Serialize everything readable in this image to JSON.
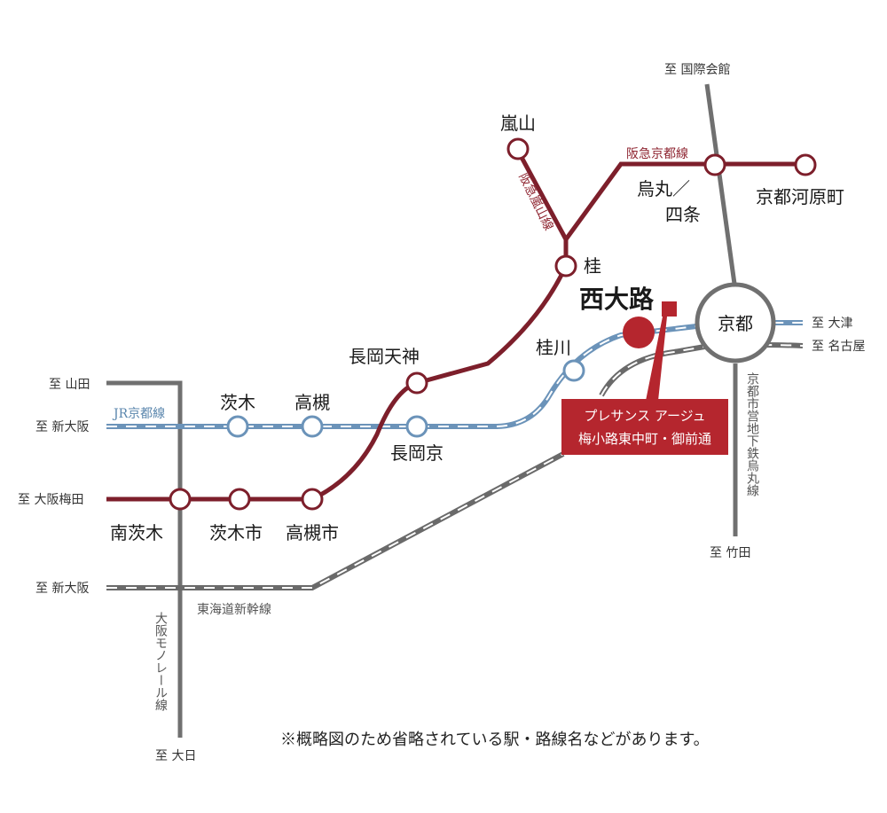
{
  "colors": {
    "hankyu": "#7d1f2b",
    "jr": "#6b93b9",
    "gray": "#707070",
    "accent": "#b5262e",
    "text": "#1a1a1a"
  },
  "terminals": {
    "kokusai": "至 国際会館",
    "yamada": "至 山田",
    "shin_osaka_jr": "至 新大阪",
    "osaka_umeda": "至 大阪梅田",
    "shin_osaka_shinkansen": "至 新大阪",
    "otsu": "至 大津",
    "nagoya": "至 名古屋",
    "takeda": "至 竹田",
    "dainichi": "至 大日"
  },
  "lines": {
    "hankyu_kyoto": "阪急京都線",
    "hankyu_arashiyama": "阪急嵐山線",
    "jr_kyoto": "JR京都線",
    "shinkansen": "東海道新幹線",
    "subway_karasuma": "京都市営地下鉄烏丸線",
    "monorail": "大阪モノレール線"
  },
  "stations": {
    "arashiyama": "嵐山",
    "karasuma_shijo_1": "烏丸／",
    "karasuma_shijo_2": "四条",
    "kyoto_kawaramachi": "京都河原町",
    "katsura": "桂",
    "nishioji": "西大路",
    "kyoto": "京都",
    "katsuragawa": "桂川",
    "nagaoka_tenjin": "長岡天神",
    "ibaraki": "茨木",
    "takatsuki": "高槻",
    "nagaokakyo": "長岡京",
    "minami_ibaraki": "南茨木",
    "ibaraki_shi": "茨木市",
    "takatsuki_shi": "高槻市"
  },
  "property": {
    "line1": "プレサンス アージュ",
    "line2": "梅小路東中町・御前通"
  },
  "note": "※概略図のため省略されている駅・路線名などがあります。"
}
